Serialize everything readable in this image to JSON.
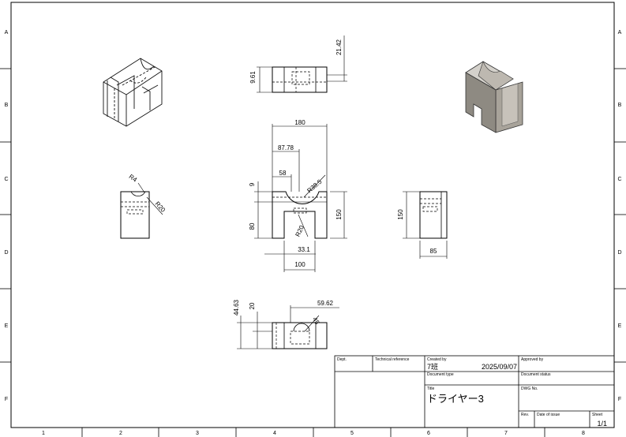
{
  "border": {
    "row_labels": [
      "A",
      "B",
      "C",
      "D",
      "E",
      "F"
    ],
    "col_labels": [
      "1",
      "2",
      "3",
      "4",
      "5",
      "6",
      "7",
      "8"
    ]
  },
  "title_block": {
    "dept_label": "Dept.",
    "tech_ref_label": "Technical reference",
    "created_by_label": "Created by",
    "created_by_value": "7班",
    "created_date": "2025/09/07",
    "approved_by_label": "Approved by",
    "doc_type_label": "Document type",
    "doc_status_label": "Document status",
    "title_label": "Title",
    "title_value": "ドライヤー3",
    "dwg_no_label": "DWG No.",
    "rev_label": "Rev.",
    "date_of_issue_label": "Date of issue",
    "sheet_label": "Sheet",
    "sheet_value": "1/1"
  },
  "dimensions": {
    "top_width": "21.42",
    "top_height": "9.61",
    "front_overall": "180",
    "front_inner": "87.78",
    "front_slot": "58",
    "front_radius_large": "R38.5",
    "front_radius_small": "R20",
    "front_top_thk": "9",
    "front_leg_height": "80",
    "front_height": "150",
    "front_slot_width": "33.1",
    "front_base_width": "100",
    "left_radius_a": "R4",
    "left_radius_b": "R20",
    "right_height": "150",
    "right_width": "85",
    "bottom_height": "44.63",
    "bottom_inner": "20",
    "bottom_offset": "59.62",
    "bottom_radius": "45"
  }
}
